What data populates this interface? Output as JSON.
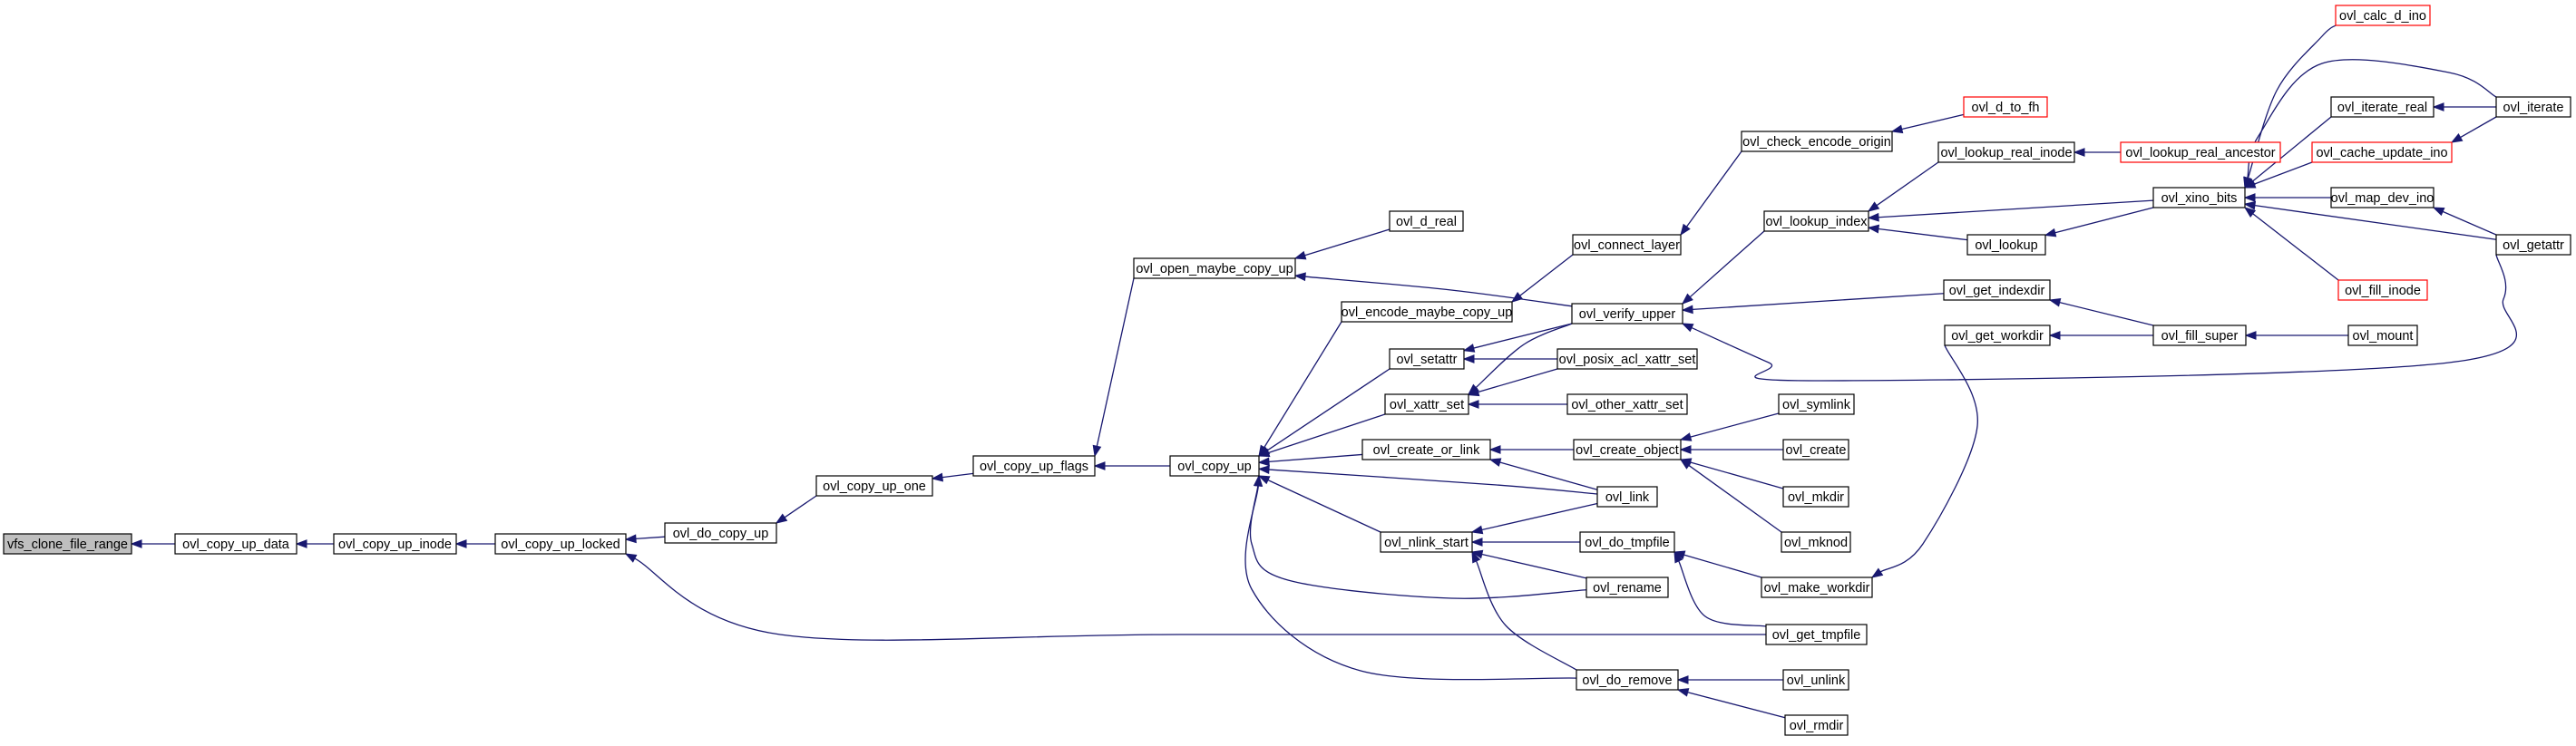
{
  "graph": {
    "colors": {
      "edge": "#191970",
      "node_border": "#000000",
      "truncated_border": "#ff0000",
      "root_fill": "#bfbfbf"
    },
    "nodes": [
      {
        "id": "vfs_clone_file_range",
        "label": "vfs_clone_file_range",
        "style": "root"
      },
      {
        "id": "ovl_copy_up_data",
        "label": "ovl_copy_up_data"
      },
      {
        "id": "ovl_copy_up_inode",
        "label": "ovl_copy_up_inode"
      },
      {
        "id": "ovl_copy_up_locked",
        "label": "ovl_copy_up_locked"
      },
      {
        "id": "ovl_do_copy_up",
        "label": "ovl_do_copy_up"
      },
      {
        "id": "ovl_copy_up_one",
        "label": "ovl_copy_up_one"
      },
      {
        "id": "ovl_copy_up_flags",
        "label": "ovl_copy_up_flags"
      },
      {
        "id": "ovl_copy_up",
        "label": "ovl_copy_up"
      },
      {
        "id": "ovl_open_maybe_copy_up",
        "label": "ovl_open_maybe_copy_up"
      },
      {
        "id": "ovl_d_real",
        "label": "ovl_d_real"
      },
      {
        "id": "ovl_encode_maybe_copy_up",
        "label": "ovl_encode_maybe_copy_up"
      },
      {
        "id": "ovl_setattr",
        "label": "ovl_setattr"
      },
      {
        "id": "ovl_xattr_set",
        "label": "ovl_xattr_set"
      },
      {
        "id": "ovl_create_or_link",
        "label": "ovl_create_or_link"
      },
      {
        "id": "ovl_nlink_start",
        "label": "ovl_nlink_start"
      },
      {
        "id": "ovl_connect_layer",
        "label": "ovl_connect_layer"
      },
      {
        "id": "ovl_verify_upper",
        "label": "ovl_verify_upper"
      },
      {
        "id": "ovl_posix_acl_xattr_set",
        "label": "ovl_posix_acl_xattr_set"
      },
      {
        "id": "ovl_other_xattr_set",
        "label": "ovl_other_xattr_set"
      },
      {
        "id": "ovl_create_object",
        "label": "ovl_create_object"
      },
      {
        "id": "ovl_link",
        "label": "ovl_link"
      },
      {
        "id": "ovl_do_tmpfile",
        "label": "ovl_do_tmpfile"
      },
      {
        "id": "ovl_rename",
        "label": "ovl_rename"
      },
      {
        "id": "ovl_do_remove",
        "label": "ovl_do_remove"
      },
      {
        "id": "ovl_check_encode_origin",
        "label": "ovl_check_encode_origin"
      },
      {
        "id": "ovl_lookup_index",
        "label": "ovl_lookup_index"
      },
      {
        "id": "ovl_get_indexdir",
        "label": "ovl_get_indexdir"
      },
      {
        "id": "ovl_get_workdir",
        "label": "ovl_get_workdir"
      },
      {
        "id": "ovl_symlink",
        "label": "ovl_symlink"
      },
      {
        "id": "ovl_create",
        "label": "ovl_create"
      },
      {
        "id": "ovl_mkdir",
        "label": "ovl_mkdir"
      },
      {
        "id": "ovl_mknod",
        "label": "ovl_mknod"
      },
      {
        "id": "ovl_make_workdir",
        "label": "ovl_make_workdir"
      },
      {
        "id": "ovl_get_tmpfile",
        "label": "ovl_get_tmpfile"
      },
      {
        "id": "ovl_unlink",
        "label": "ovl_unlink"
      },
      {
        "id": "ovl_rmdir",
        "label": "ovl_rmdir"
      },
      {
        "id": "ovl_d_to_fh",
        "label": "ovl_d_to_fh",
        "style": "truncated"
      },
      {
        "id": "ovl_lookup_real_inode",
        "label": "ovl_lookup_real_inode"
      },
      {
        "id": "ovl_lookup_real_ancestor",
        "label": "ovl_lookup_real_ancestor",
        "style": "truncated"
      },
      {
        "id": "ovl_lookup",
        "label": "ovl_lookup"
      },
      {
        "id": "ovl_fill_super",
        "label": "ovl_fill_super"
      },
      {
        "id": "ovl_xino_bits",
        "label": "ovl_xino_bits"
      },
      {
        "id": "ovl_calc_d_ino",
        "label": "ovl_calc_d_ino",
        "style": "truncated"
      },
      {
        "id": "ovl_iterate_real",
        "label": "ovl_iterate_real"
      },
      {
        "id": "ovl_cache_update_ino",
        "label": "ovl_cache_update_ino",
        "style": "truncated"
      },
      {
        "id": "ovl_map_dev_ino",
        "label": "ovl_map_dev_ino"
      },
      {
        "id": "ovl_fill_inode",
        "label": "ovl_fill_inode",
        "style": "truncated"
      },
      {
        "id": "ovl_mount",
        "label": "ovl_mount"
      },
      {
        "id": "ovl_iterate",
        "label": "ovl_iterate"
      },
      {
        "id": "ovl_getattr",
        "label": "ovl_getattr"
      }
    ],
    "edges": [
      [
        "ovl_copy_up_data",
        "vfs_clone_file_range"
      ],
      [
        "ovl_copy_up_inode",
        "ovl_copy_up_data"
      ],
      [
        "ovl_copy_up_locked",
        "ovl_copy_up_inode"
      ],
      [
        "ovl_do_copy_up",
        "ovl_copy_up_locked"
      ],
      [
        "ovl_get_tmpfile",
        "ovl_copy_up_locked"
      ],
      [
        "ovl_copy_up_one",
        "ovl_do_copy_up"
      ],
      [
        "ovl_copy_up_flags",
        "ovl_copy_up_one"
      ],
      [
        "ovl_open_maybe_copy_up",
        "ovl_copy_up_flags"
      ],
      [
        "ovl_copy_up",
        "ovl_copy_up_flags"
      ],
      [
        "ovl_d_real",
        "ovl_open_maybe_copy_up"
      ],
      [
        "ovl_verify_upper",
        "ovl_open_maybe_copy_up"
      ],
      [
        "ovl_encode_maybe_copy_up",
        "ovl_copy_up"
      ],
      [
        "ovl_setattr",
        "ovl_copy_up"
      ],
      [
        "ovl_xattr_set",
        "ovl_copy_up"
      ],
      [
        "ovl_create_or_link",
        "ovl_copy_up"
      ],
      [
        "ovl_link",
        "ovl_copy_up"
      ],
      [
        "ovl_nlink_start",
        "ovl_copy_up"
      ],
      [
        "ovl_rename",
        "ovl_copy_up"
      ],
      [
        "ovl_do_remove",
        "ovl_copy_up"
      ],
      [
        "ovl_connect_layer",
        "ovl_encode_maybe_copy_up"
      ],
      [
        "ovl_verify_upper",
        "ovl_setattr"
      ],
      [
        "ovl_posix_acl_xattr_set",
        "ovl_setattr"
      ],
      [
        "ovl_verify_upper",
        "ovl_xattr_set"
      ],
      [
        "ovl_posix_acl_xattr_set",
        "ovl_xattr_set"
      ],
      [
        "ovl_other_xattr_set",
        "ovl_xattr_set"
      ],
      [
        "ovl_create_object",
        "ovl_create_or_link"
      ],
      [
        "ovl_link",
        "ovl_create_or_link"
      ],
      [
        "ovl_link",
        "ovl_nlink_start"
      ],
      [
        "ovl_do_tmpfile",
        "ovl_nlink_start"
      ],
      [
        "ovl_rename",
        "ovl_nlink_start"
      ],
      [
        "ovl_do_remove",
        "ovl_nlink_start"
      ],
      [
        "ovl_check_encode_origin",
        "ovl_connect_layer"
      ],
      [
        "ovl_lookup_index",
        "ovl_verify_upper"
      ],
      [
        "ovl_get_indexdir",
        "ovl_verify_upper"
      ],
      [
        "ovl_symlink",
        "ovl_create_object"
      ],
      [
        "ovl_create",
        "ovl_create_object"
      ],
      [
        "ovl_mkdir",
        "ovl_create_object"
      ],
      [
        "ovl_mknod",
        "ovl_create_object"
      ],
      [
        "ovl_make_workdir",
        "ovl_do_tmpfile"
      ],
      [
        "ovl_get_tmpfile",
        "ovl_do_tmpfile"
      ],
      [
        "ovl_unlink",
        "ovl_do_remove"
      ],
      [
        "ovl_rmdir",
        "ovl_do_remove"
      ],
      [
        "ovl_d_to_fh",
        "ovl_check_encode_origin"
      ],
      [
        "ovl_lookup_real_inode",
        "ovl_lookup_index"
      ],
      [
        "ovl_lookup",
        "ovl_lookup_index"
      ],
      [
        "ovl_xino_bits",
        "ovl_lookup_index"
      ],
      [
        "ovl_fill_super",
        "ovl_get_indexdir"
      ],
      [
        "ovl_get_workdir",
        "ovl_make_workdir"
      ],
      [
        "ovl_fill_super",
        "ovl_get_workdir"
      ],
      [
        "ovl_lookup_real_ancestor",
        "ovl_lookup_real_inode"
      ],
      [
        "ovl_xino_bits",
        "ovl_lookup"
      ],
      [
        "ovl_mount",
        "ovl_fill_super"
      ],
      [
        "ovl_calc_d_ino",
        "ovl_xino_bits"
      ],
      [
        "ovl_iterate",
        "ovl_xino_bits"
      ],
      [
        "ovl_iterate_real",
        "ovl_xino_bits"
      ],
      [
        "ovl_cache_update_ino",
        "ovl_xino_bits"
      ],
      [
        "ovl_map_dev_ino",
        "ovl_xino_bits"
      ],
      [
        "ovl_getattr",
        "ovl_xino_bits"
      ],
      [
        "ovl_fill_inode",
        "ovl_xino_bits"
      ],
      [
        "ovl_iterate",
        "ovl_iterate_real"
      ],
      [
        "ovl_iterate",
        "ovl_cache_update_ino"
      ],
      [
        "ovl_getattr",
        "ovl_map_dev_ino"
      ],
      [
        "ovl_getattr",
        "ovl_verify_upper"
      ]
    ]
  }
}
